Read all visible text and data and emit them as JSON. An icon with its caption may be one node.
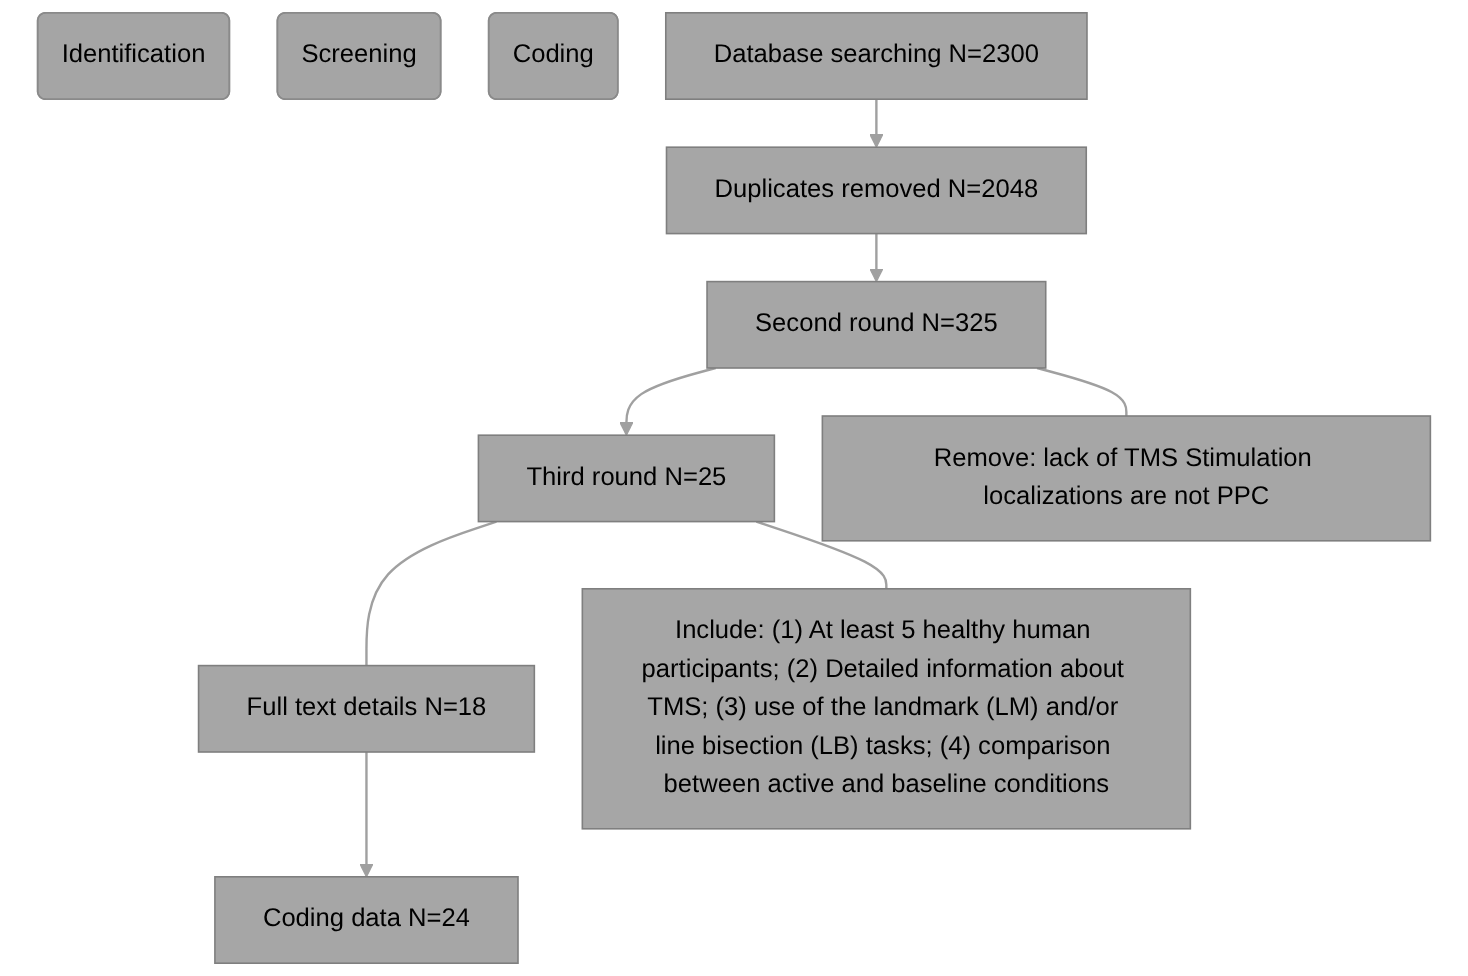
{
  "diagram": {
    "nodes": [
      {
        "text": [
          "Identification"
        ]
      },
      {
        "text": [
          "Screening"
        ]
      },
      {
        "text": [
          "Coding"
        ]
      },
      {
        "text": [
          "Database searching N=2300"
        ]
      },
      {
        "text": [
          "Duplicates removed N=2048"
        ]
      },
      {
        "text": [
          "Second round N=325"
        ]
      },
      {
        "text": [
          "Third round N=25"
        ]
      },
      {
        "text": [
          "Full text details N=18"
        ]
      },
      {
        "text": [
          "Coding data N=24"
        ]
      },
      {
        "text": [
          "Remove: lack of TMS Stimulation localizations are not PPC"
        ]
      },
      {
        "text": [
          "Include: (1) At least 5 healthy human participants; (2) Detailed information about TMS; (3) use of the landmark (LM) and/or line bisection (LB) tasks; (4) comparison between active and baseline conditions"
        ]
      }
    ],
    "edges": [
      {
        "from": 3,
        "to": 4,
        "arrow": "to"
      },
      {
        "from": 4,
        "to": 5,
        "arrow": "to"
      },
      {
        "from": 5,
        "to": 6,
        "arrow": "to"
      },
      {
        "from": 6,
        "to": 7,
        "arrow": "none"
      },
      {
        "from": 7,
        "to": 8,
        "arrow": "to"
      },
      {
        "from": 5,
        "to": 9,
        "arrow": "none"
      },
      {
        "from": 6,
        "to": 10,
        "arrow": "none"
      }
    ]
  }
}
